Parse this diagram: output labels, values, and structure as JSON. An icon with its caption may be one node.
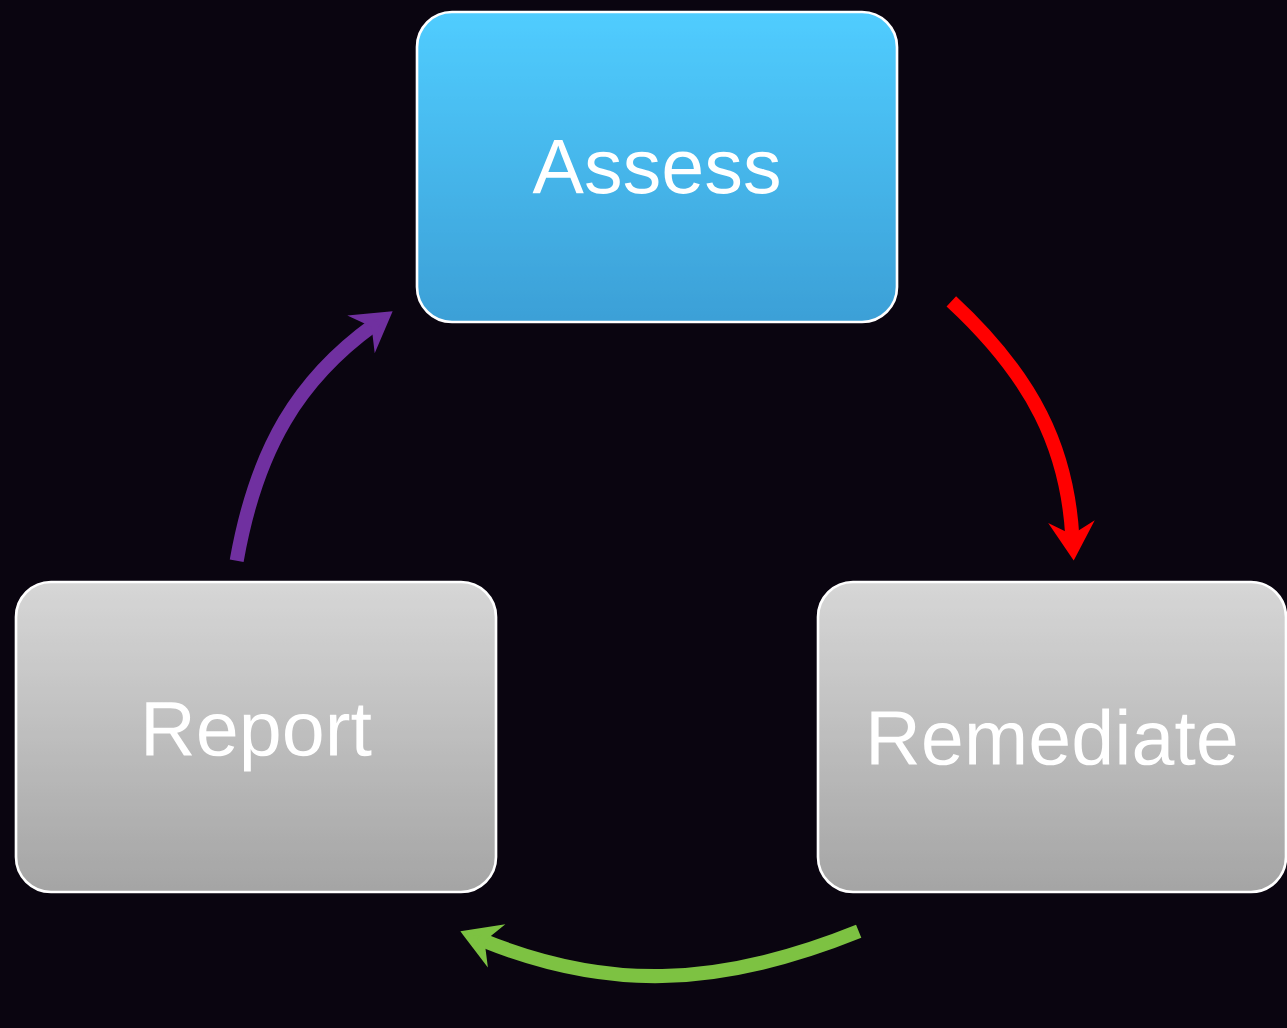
{
  "diagram": {
    "nodes": [
      {
        "text": [
          "Assess"
        ]
      },
      {
        "text": [
          "Remediate"
        ]
      },
      {
        "text": [
          "Report"
        ]
      }
    ],
    "edges": [
      {
        "from": 0,
        "to": 1,
        "arrow": "to",
        "color": "#ff0000"
      },
      {
        "from": 1,
        "to": 2,
        "arrow": "to",
        "color": "#7dc242"
      },
      {
        "from": 2,
        "to": 0,
        "arrow": "to",
        "color": "#7030a0"
      }
    ]
  }
}
